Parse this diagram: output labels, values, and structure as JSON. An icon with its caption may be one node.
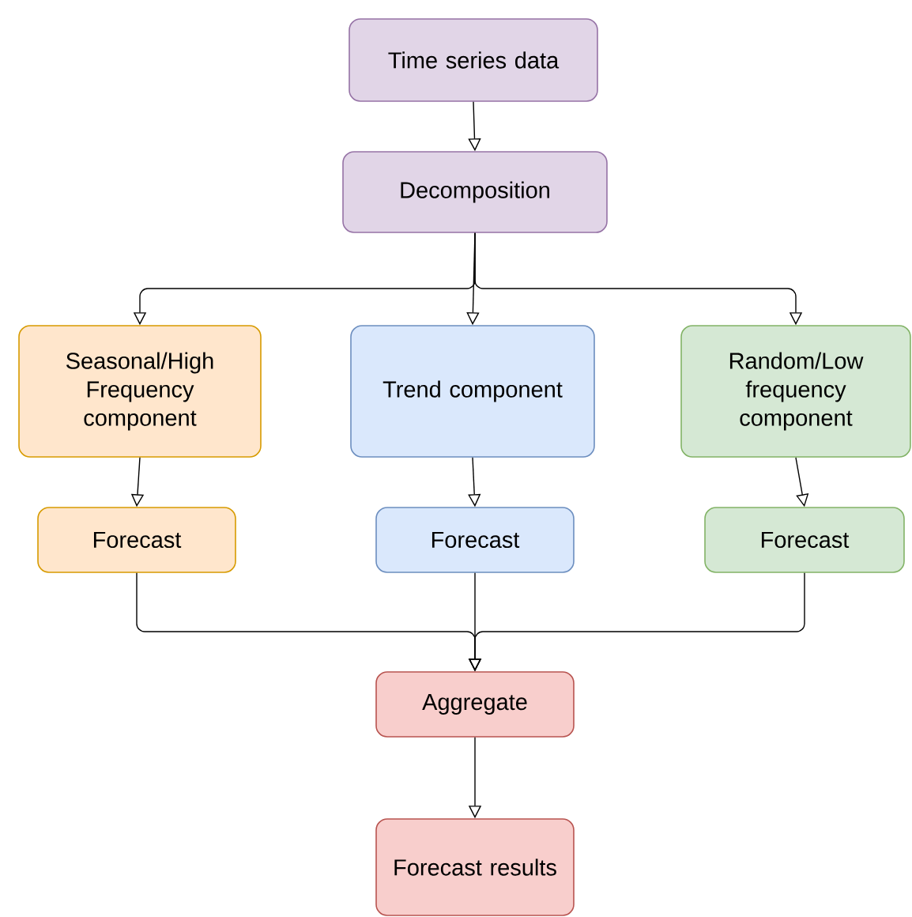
{
  "diagram": {
    "nodes": [
      {
        "text": [
          "Time series data"
        ]
      },
      {
        "text": [
          "Decomposition"
        ]
      },
      {
        "text": [
          "Seasonal/High Frequency component"
        ]
      },
      {
        "text": [
          "Trend component"
        ]
      },
      {
        "text": [
          "Random/Low frequency component"
        ]
      },
      {
        "text": [
          "Forecast"
        ]
      },
      {
        "text": [
          "Forecast"
        ]
      },
      {
        "text": [
          "Forecast"
        ]
      },
      {
        "text": [
          "Aggregate"
        ]
      },
      {
        "text": [
          "Forecast results"
        ]
      }
    ],
    "edges": [
      {
        "from": 0,
        "to": 1,
        "arrow": "to"
      },
      {
        "from": 1,
        "to": 2,
        "arrow": "to"
      },
      {
        "from": 1,
        "to": 3,
        "arrow": "to"
      },
      {
        "from": 1,
        "to": 4,
        "arrow": "to"
      },
      {
        "from": 2,
        "to": 5,
        "arrow": "to"
      },
      {
        "from": 3,
        "to": 6,
        "arrow": "to"
      },
      {
        "from": 4,
        "to": 7,
        "arrow": "to"
      },
      {
        "from": 5,
        "to": 8,
        "arrow": "to"
      },
      {
        "from": 6,
        "to": 8,
        "arrow": "to"
      },
      {
        "from": 7,
        "to": 8,
        "arrow": "to"
      },
      {
        "from": 8,
        "to": 9,
        "arrow": "to"
      }
    ]
  }
}
